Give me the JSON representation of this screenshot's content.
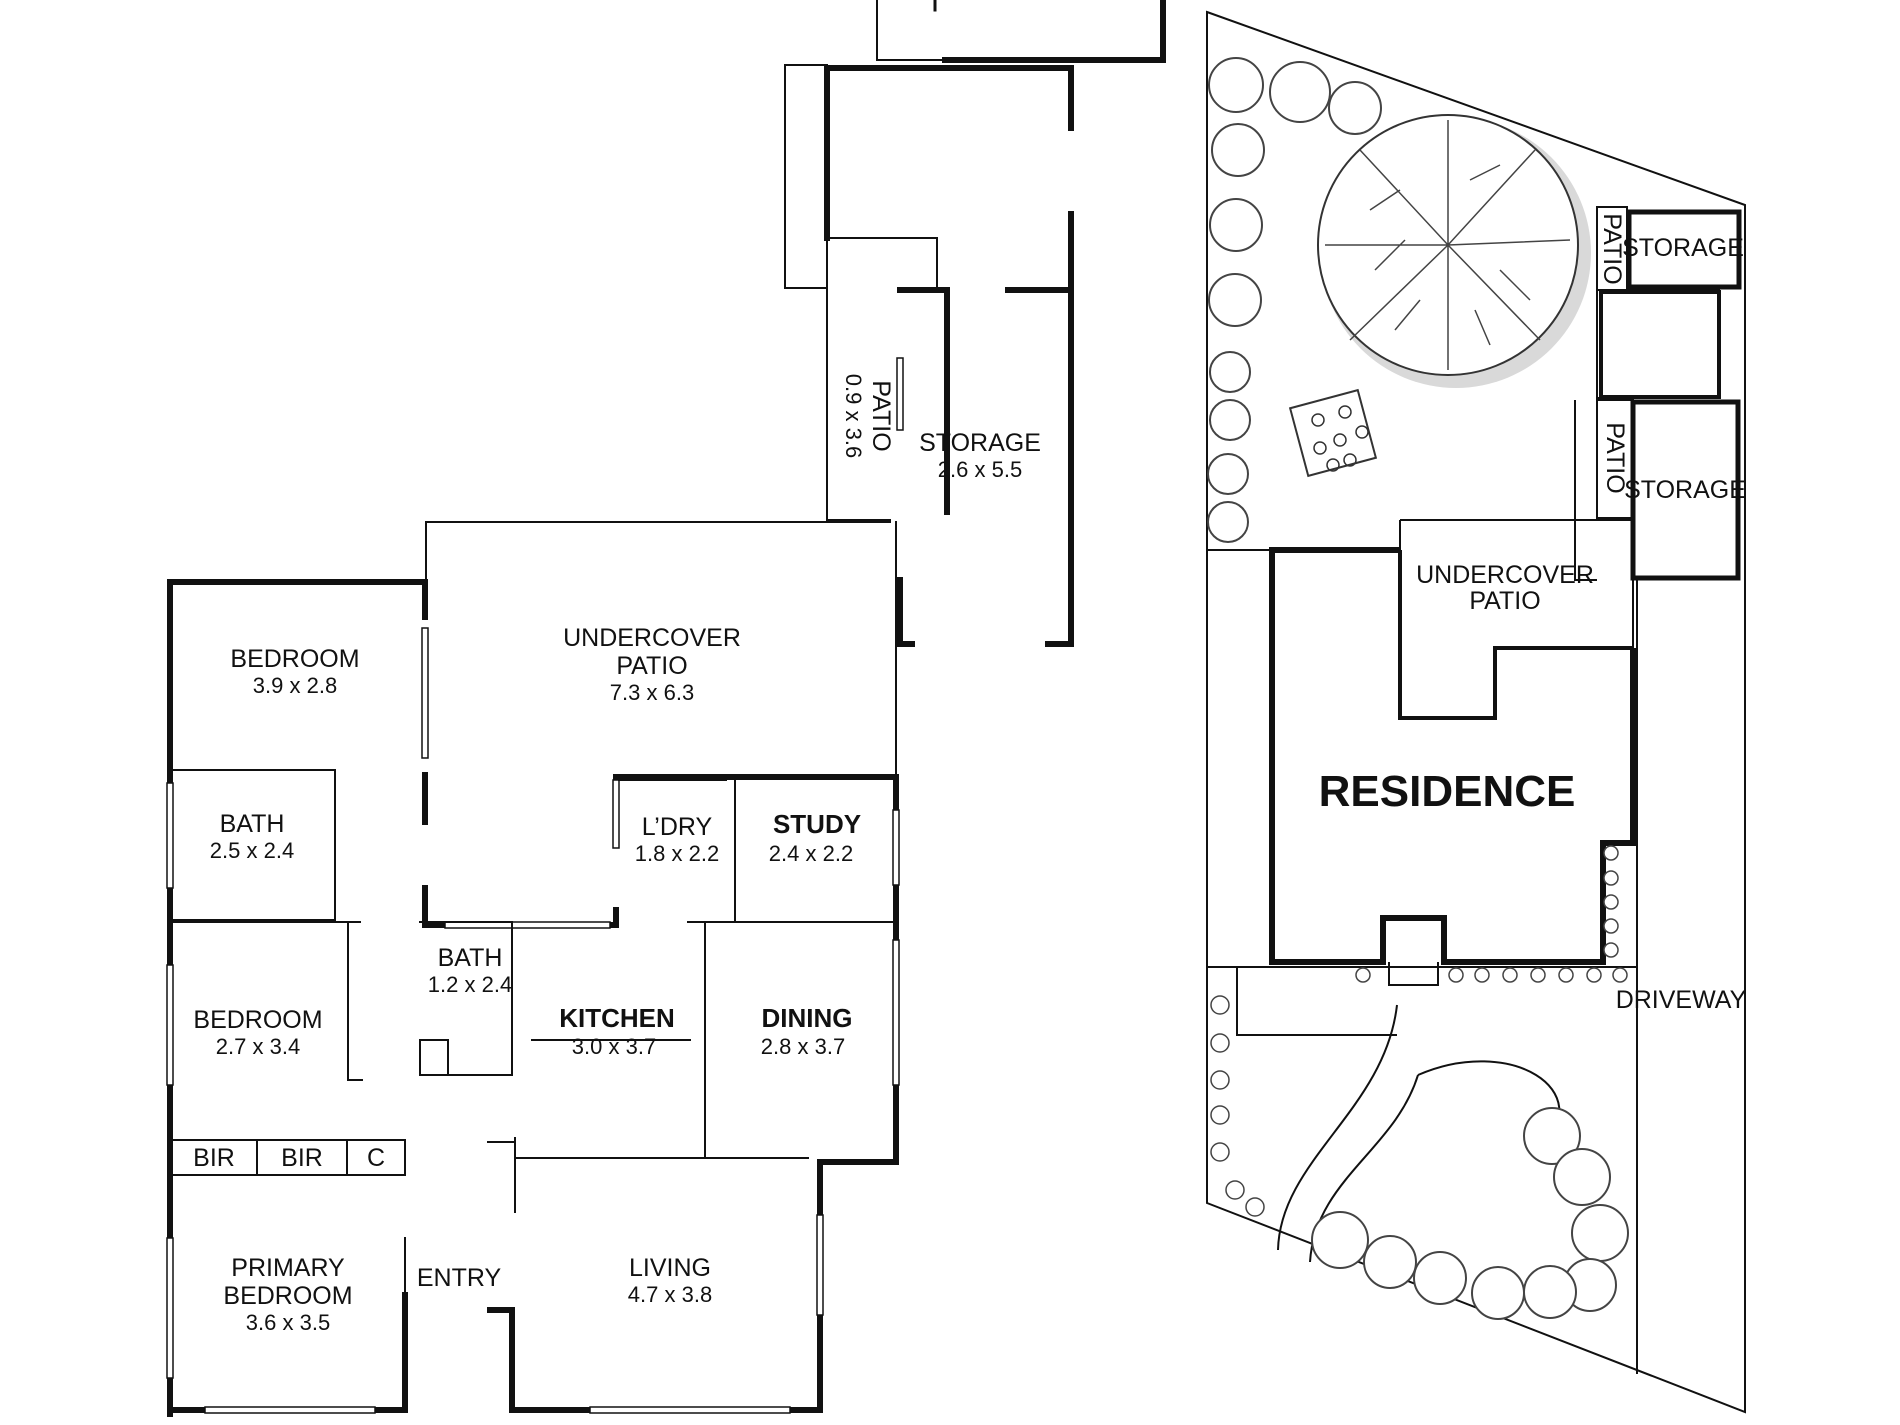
{
  "floor_plan": {
    "rooms": [
      {
        "id": "storage_top",
        "name": "STORAGE",
        "dims": "2.6 x 5.5"
      },
      {
        "id": "patio_side",
        "name": "PATIO",
        "dims": "0.9 x 3.6"
      },
      {
        "id": "undercover_patio",
        "name_line1": "UNDERCOVER",
        "name_line2": "PATIO",
        "dims": "7.3 x 6.3"
      },
      {
        "id": "bedroom1",
        "name": "BEDROOM",
        "dims": "3.9 x 2.8"
      },
      {
        "id": "bath1",
        "name": "BATH",
        "dims": "2.5 x 2.4"
      },
      {
        "id": "laundry",
        "name": "L’DRY",
        "dims": "1.8 x 2.2"
      },
      {
        "id": "study",
        "name": "STUDY",
        "dims": "2.4 x 2.2"
      },
      {
        "id": "bath2",
        "name": "BATH",
        "dims": "1.2 x 2.4"
      },
      {
        "id": "bedroom2",
        "name": "BEDROOM",
        "dims": "2.7 x 3.4"
      },
      {
        "id": "kitchen",
        "name": "KITCHEN",
        "dims": "3.0 x 3.7"
      },
      {
        "id": "dining",
        "name": "DINING",
        "dims": "2.8 x 3.7"
      },
      {
        "id": "bir1",
        "name": "BIR"
      },
      {
        "id": "bir2",
        "name": "BIR"
      },
      {
        "id": "cupboard",
        "name": "C"
      },
      {
        "id": "primary_bedroom",
        "name_line1": "PRIMARY",
        "name_line2": "BEDROOM",
        "dims": "3.6 x 3.5"
      },
      {
        "id": "entry",
        "name": "ENTRY"
      },
      {
        "id": "living",
        "name": "LIVING",
        "dims": "4.7 x 3.8"
      }
    ]
  },
  "site_plan": {
    "labels": {
      "residence": "RESIDENCE",
      "undercover_line1": "UNDERCOVER",
      "undercover_line2": "PATIO",
      "storage_top": "STORAGE",
      "storage_bottom": "STORAGE",
      "patio_top": "PATIO",
      "patio_bottom": "PATIO",
      "driveway": "DRIVEWAY"
    }
  }
}
